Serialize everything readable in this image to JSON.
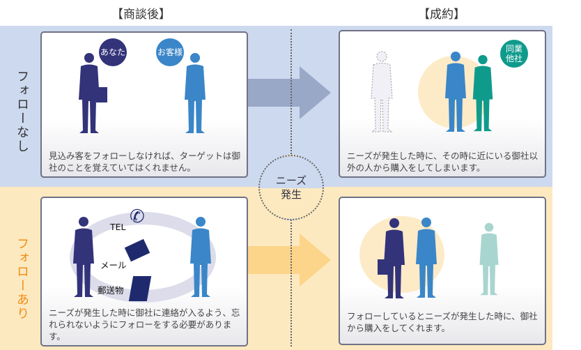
{
  "headers": {
    "left": "【商談後】",
    "right": "【成約】"
  },
  "rows": {
    "top_label": "フォローなし",
    "bottom_label": "フォローあり"
  },
  "center": {
    "line1": "ニーズ",
    "line2": "発生"
  },
  "cards": {
    "top_left": {
      "bubble_you": "あなた",
      "bubble_customer": "お客様",
      "text": "見込み客をフォローしなければ、ターゲットは御社のことを覚えていてはくれません。"
    },
    "top_right": {
      "bubble_competitor": "同業他社",
      "text": "ニーズが発生した時に、その時に近にいる御社以外の人から購入をしてしまいます。"
    },
    "bottom_left": {
      "tel": "TEL",
      "mail": "メール",
      "post": "郵送物",
      "text": "ニーズが発生した時に御社に連絡が入るよう、忘れられないようにフォローをする必要があります。"
    },
    "bottom_right": {
      "text": "フォローしているとニーズが発生した時に、御社から購入をしてくれます。"
    }
  },
  "colors": {
    "navy": "#34347a",
    "blue": "#3a86c8",
    "teal": "#0f9b8c",
    "orange": "#f08c14"
  }
}
